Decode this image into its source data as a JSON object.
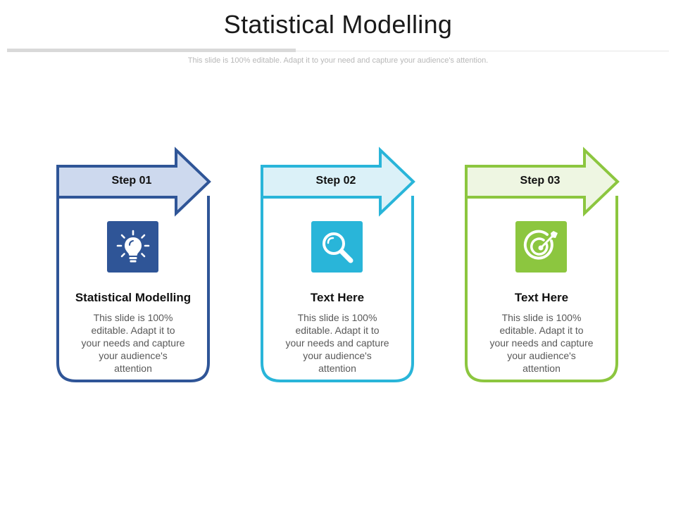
{
  "slide": {
    "title": "Statistical Modelling",
    "subtitle": "This slide is 100% editable. Adapt it to your need and capture your audience's attention."
  },
  "steps": [
    {
      "label": "Step 01",
      "title": "Statistical Modelling",
      "body": "This slide is 100% editable. Adapt it to your needs and capture your audience's attention",
      "icon": "lightbulb-icon",
      "color": "#2f5597",
      "fill": "#cdd9ee"
    },
    {
      "label": "Step 02",
      "title": "Text Here",
      "body": "This slide is 100% editable. Adapt it to your needs and capture your audience's attention",
      "icon": "magnifier-icon",
      "color": "#29b5d9",
      "fill": "#dbf1f8"
    },
    {
      "label": "Step 03",
      "title": "Text Here",
      "body": "This slide is 100% editable. Adapt it to your needs and capture your audience's attention",
      "icon": "target-icon",
      "color": "#8cc63f",
      "fill": "#eef6e2"
    }
  ]
}
